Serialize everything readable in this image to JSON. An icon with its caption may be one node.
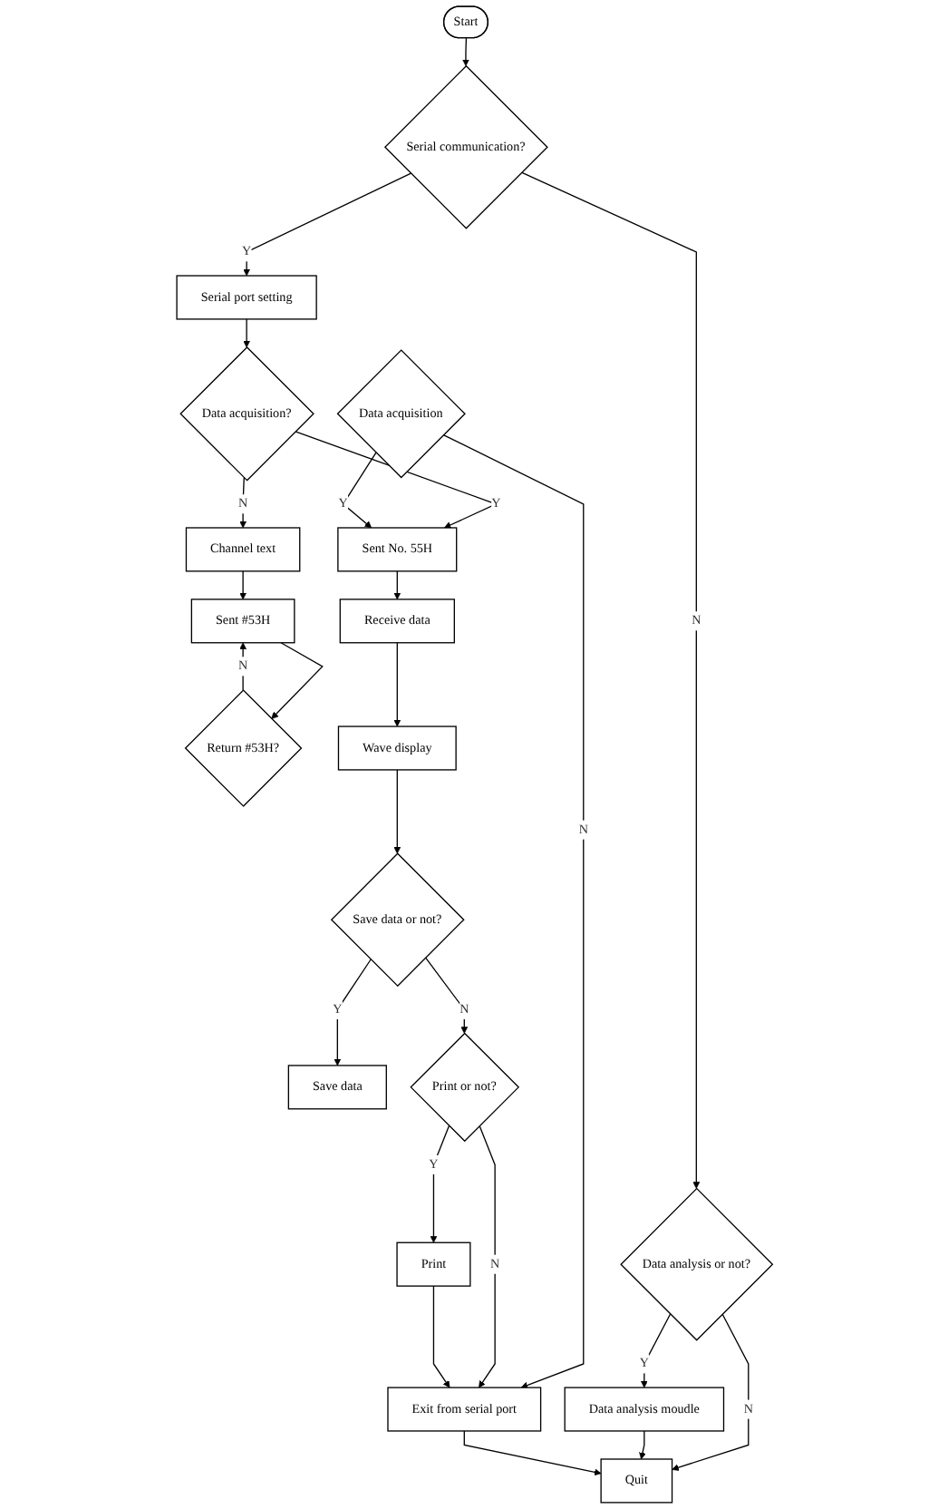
{
  "diagram": {
    "nodes": [
      {
        "text": [
          "Start"
        ]
      },
      {
        "text": [
          "Serial communication?"
        ]
      },
      {
        "text": [
          "Data analysis or not?"
        ]
      },
      {
        "text": [
          "Serial port setting"
        ]
      },
      {
        "text": [
          "Data analysis moudle"
        ]
      },
      {
        "text": [
          "Data acquisition?"
        ]
      },
      {
        "text": [
          "Channel text"
        ]
      },
      {
        "text": [
          "Sent No. 55H"
        ]
      },
      {
        "text": [
          "Sent #53H"
        ]
      },
      {
        "text": [
          "Return #53H?"
        ]
      },
      {
        "text": [
          "Receive data"
        ]
      },
      {
        "text": [
          "Wave display"
        ]
      },
      {
        "text": [
          "Data acquisition"
        ]
      },
      {
        "text": [
          "Save data or not?"
        ]
      },
      {
        "text": [
          "Save data"
        ]
      },
      {
        "text": [
          "Print or not?"
        ]
      },
      {
        "text": [
          "Print"
        ]
      },
      {
        "text": [
          "Exit from serial port"
        ]
      },
      {
        "text": [
          "Quit"
        ]
      }
    ],
    "edges": [
      {
        "from": 0,
        "to": 1,
        "arrow": "to"
      },
      {
        "from": 1,
        "to": 2,
        "label": "N",
        "arrow": "to"
      },
      {
        "from": 1,
        "to": 3,
        "label": "Y",
        "arrow": "to"
      },
      {
        "from": 2,
        "to": 4,
        "label": "Y",
        "arrow": "to"
      },
      {
        "from": 2,
        "to": 18,
        "label": "N",
        "arrow": "to"
      },
      {
        "from": 4,
        "to": 18,
        "arrow": "to"
      },
      {
        "from": 3,
        "to": 5,
        "arrow": "to"
      },
      {
        "from": 5,
        "to": 6,
        "label": "N",
        "arrow": "to"
      },
      {
        "from": 5,
        "to": 7,
        "label": "Y",
        "arrow": "to"
      },
      {
        "from": 6,
        "to": 8,
        "arrow": "to"
      },
      {
        "from": 8,
        "to": 9,
        "arrow": "to"
      },
      {
        "from": 9,
        "to": 8,
        "label": "N",
        "arrow": "to"
      },
      {
        "from": 7,
        "to": 10,
        "arrow": "to"
      },
      {
        "from": 10,
        "to": 11,
        "arrow": "to"
      },
      {
        "from": 11,
        "to": 13,
        "arrow": "to"
      },
      {
        "from": 12,
        "to": 7,
        "label": "Y",
        "arrow": "to"
      },
      {
        "from": 12,
        "to": 17,
        "label": "N",
        "arrow": "to"
      },
      {
        "from": 13,
        "to": 14,
        "label": "Y",
        "arrow": "to"
      },
      {
        "from": 13,
        "to": 15,
        "label": "N",
        "arrow": "to"
      },
      {
        "from": 15,
        "to": 16,
        "label": "Y",
        "arrow": "to"
      },
      {
        "from": 15,
        "to": 17,
        "label": "N",
        "arrow": "to"
      },
      {
        "from": 16,
        "to": 17,
        "arrow": "to"
      },
      {
        "from": 17,
        "to": 18,
        "arrow": "to"
      }
    ]
  }
}
